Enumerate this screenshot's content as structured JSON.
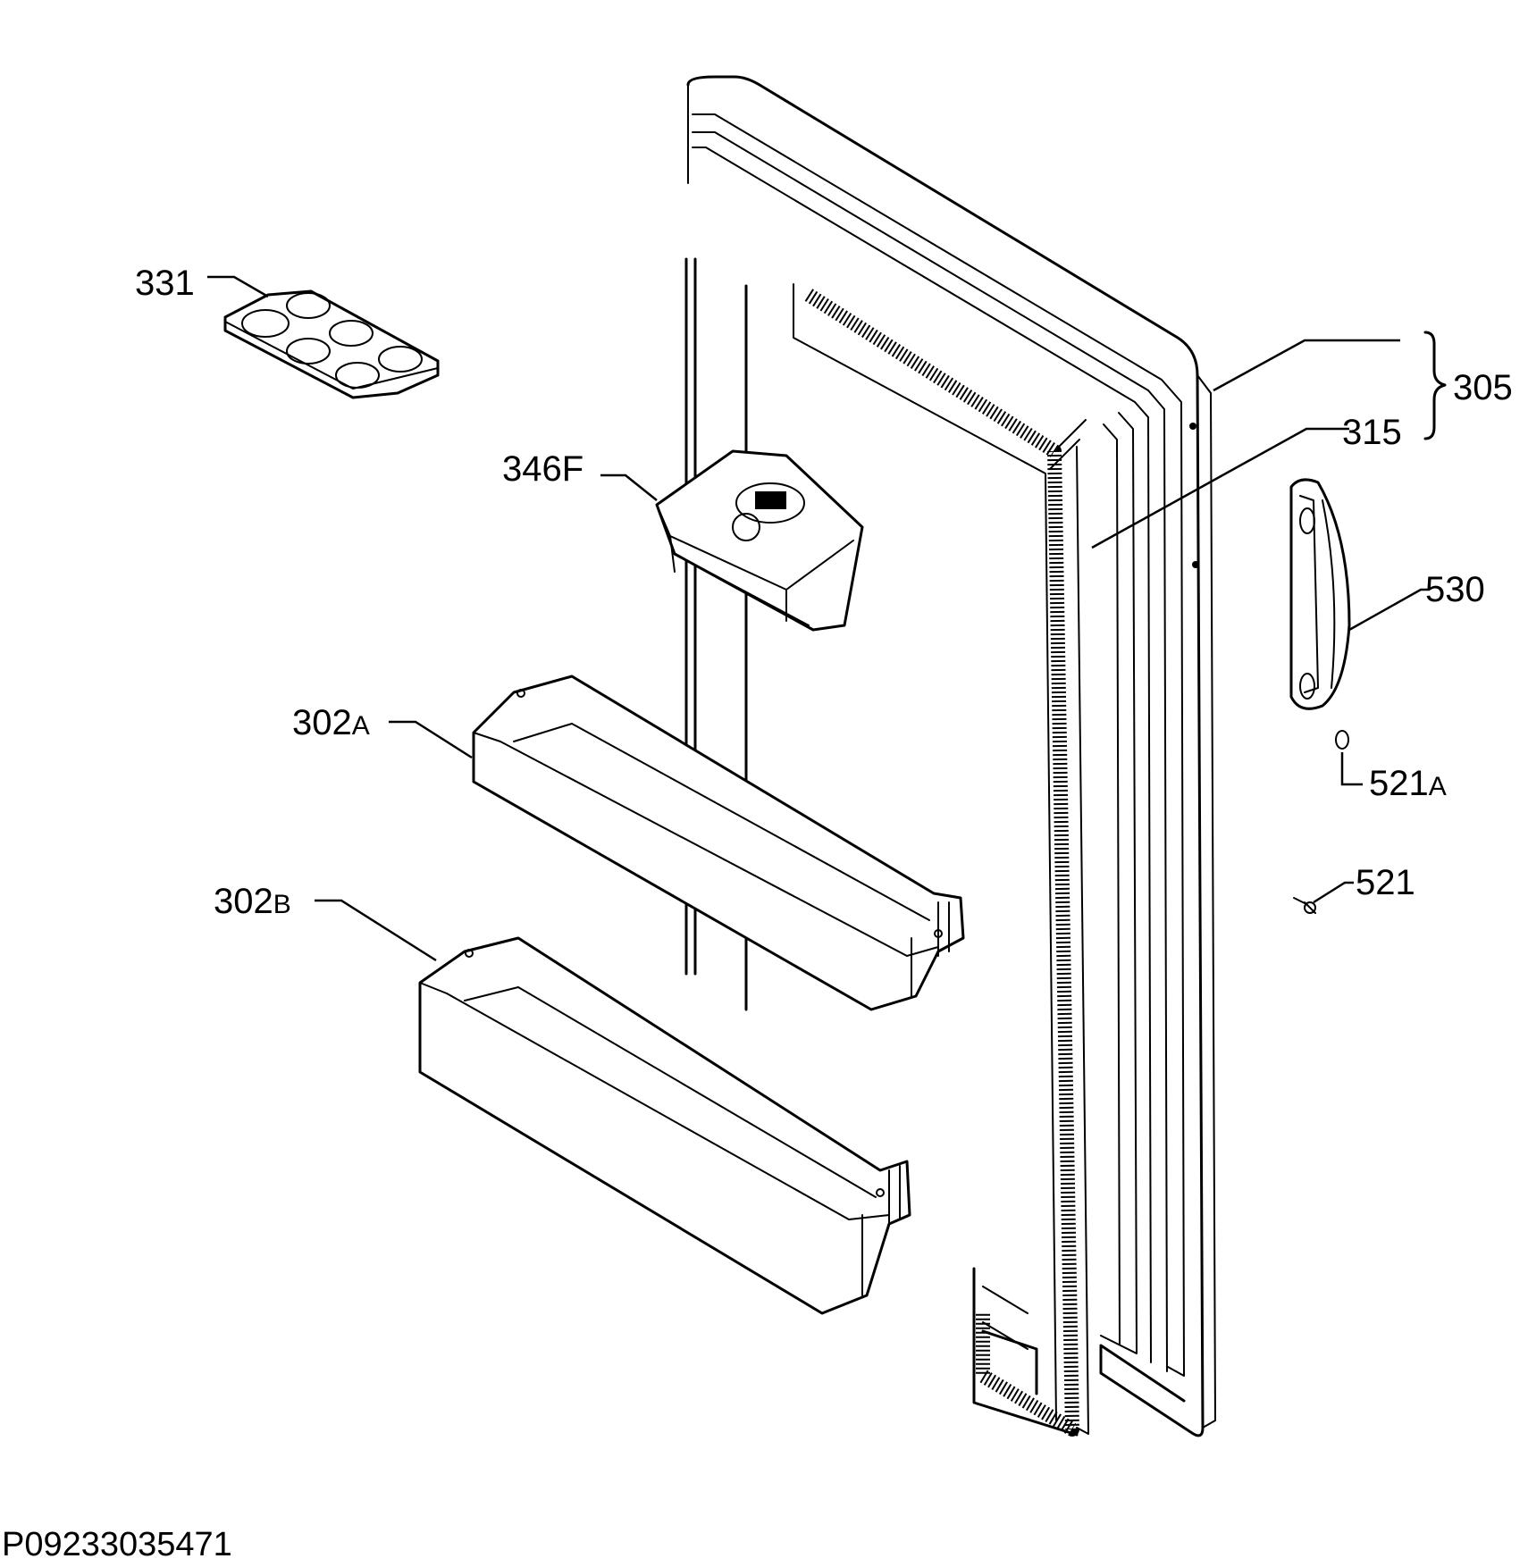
{
  "diagram": {
    "document_code": "P09233035471",
    "labels": {
      "p331": "331",
      "p346f": "346F",
      "p302a_num": "302",
      "p302a_suffix": "A",
      "p302b_num": "302",
      "p302b_suffix": "B",
      "p305": "305",
      "p315": "315",
      "p530": "530",
      "p521a_num": "521",
      "p521a_suffix": "A",
      "p521": "521"
    }
  }
}
